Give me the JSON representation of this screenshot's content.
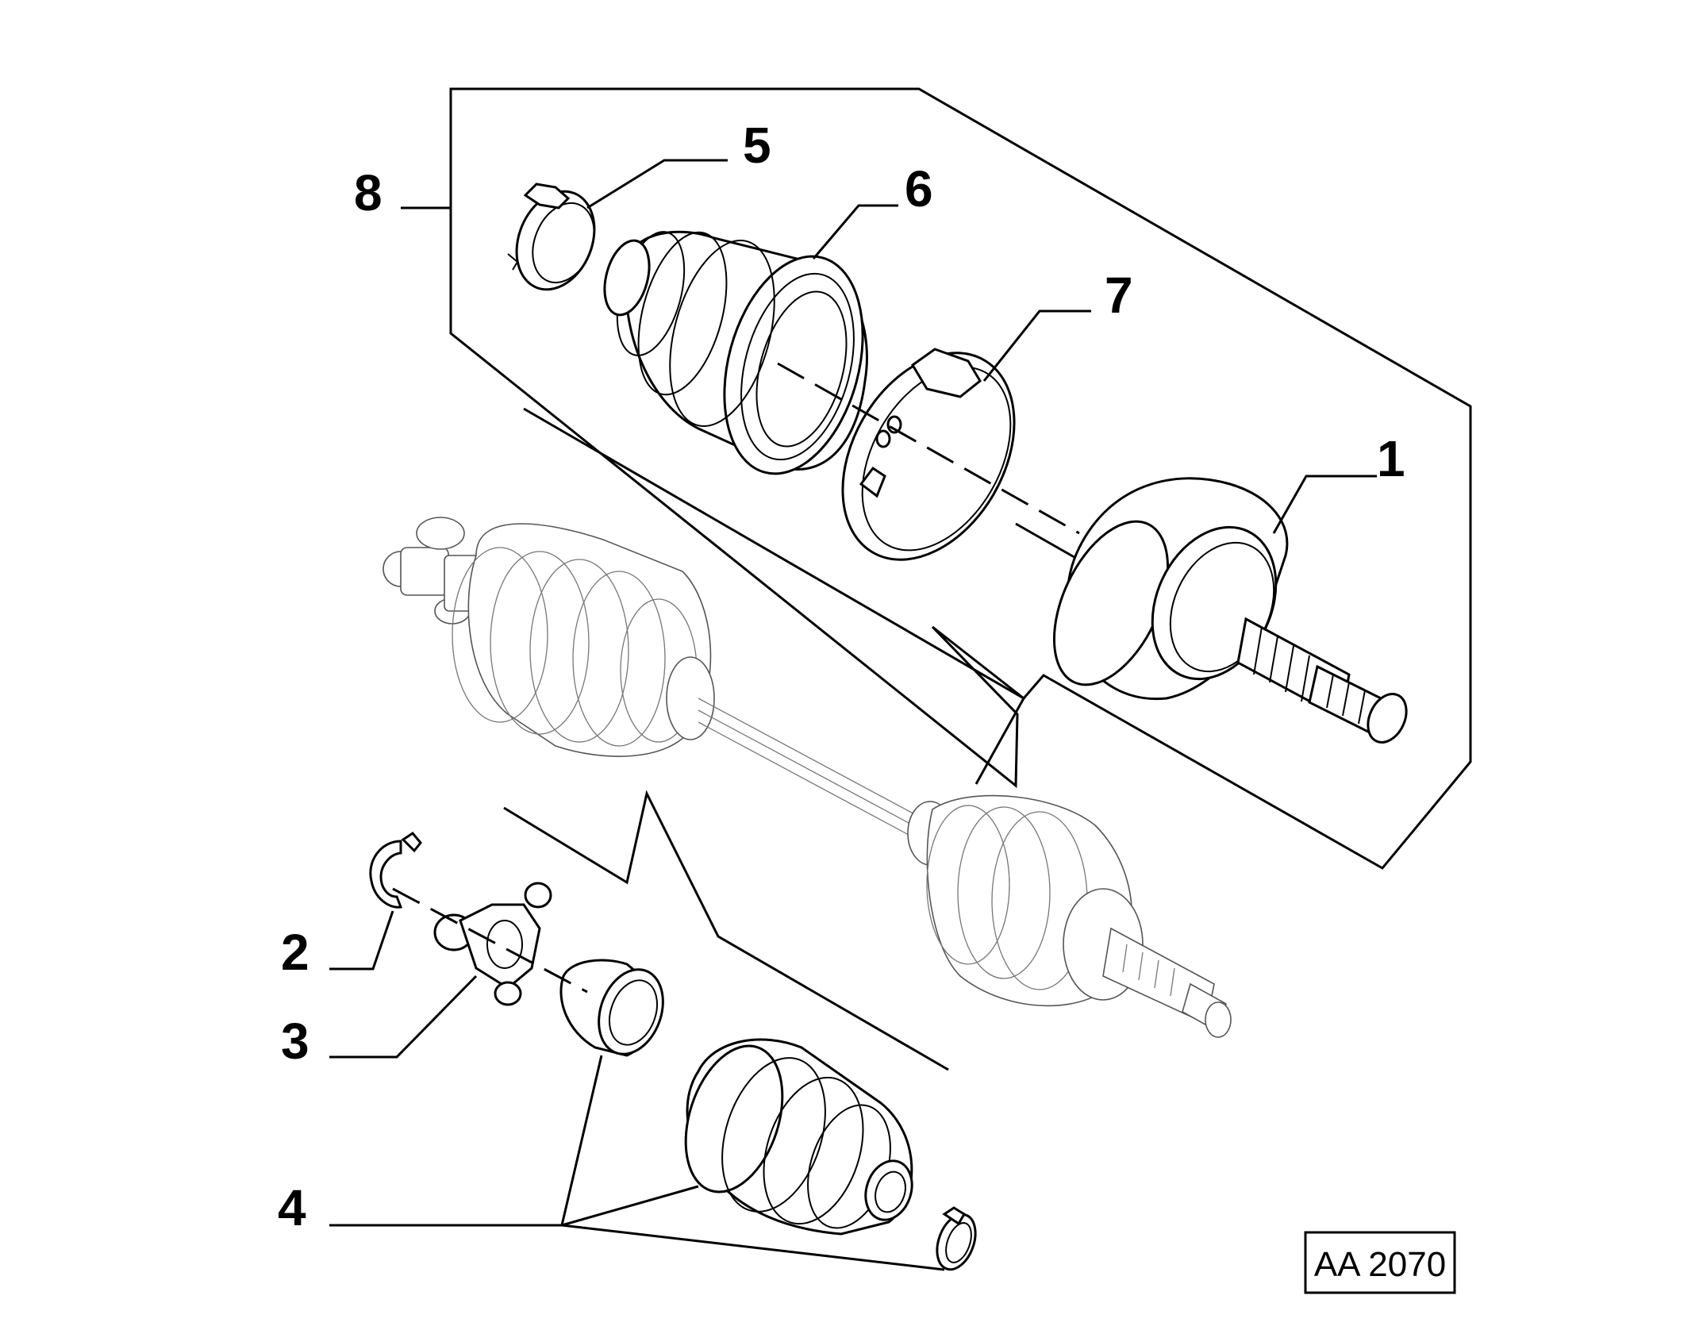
{
  "callouts": {
    "c1": "1",
    "c2": "2",
    "c3": "3",
    "c4": "4",
    "c5": "5",
    "c6": "6",
    "c7": "7",
    "c8": "8"
  },
  "reference_code": "AA 2070",
  "parts": [
    {
      "number": "1",
      "name": "outer-cv-joint"
    },
    {
      "number": "2",
      "name": "circlip"
    },
    {
      "number": "3",
      "name": "tripod-spider"
    },
    {
      "number": "4",
      "name": "inner-boot-kit"
    },
    {
      "number": "5",
      "name": "small-boot-clamp"
    },
    {
      "number": "6",
      "name": "outer-boot"
    },
    {
      "number": "7",
      "name": "large-boot-clamp"
    },
    {
      "number": "8",
      "name": "outer-joint-kit"
    }
  ]
}
